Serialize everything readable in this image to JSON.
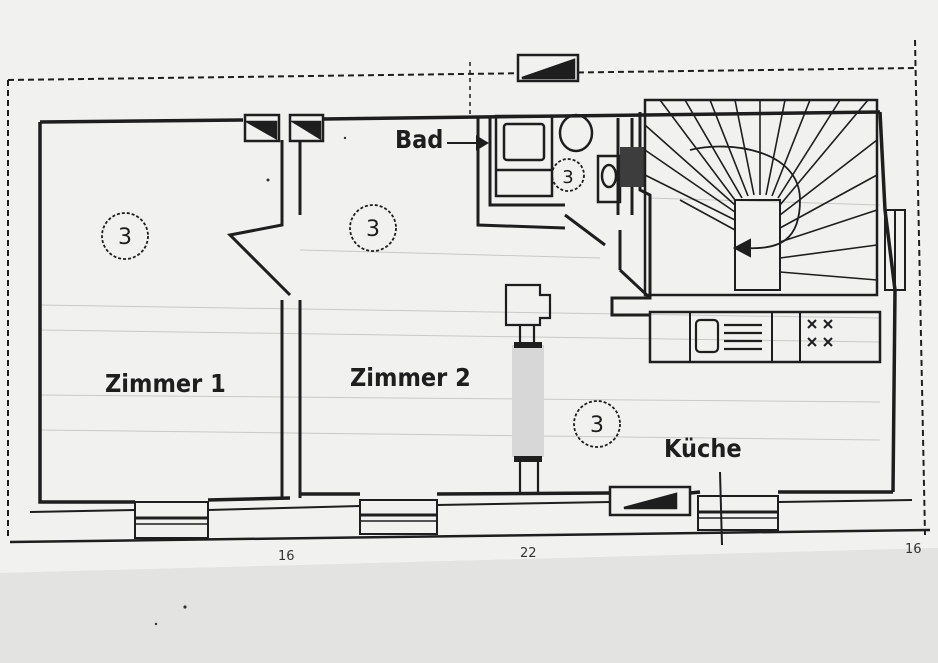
{
  "plan": {
    "rooms": {
      "zimmer1": "Zimmer 1",
      "zimmer2": "Zimmer 2",
      "kueche": "Küche",
      "bad": "Bad"
    },
    "room_marker": "3",
    "dimensions": [
      "16",
      "22",
      "16"
    ]
  },
  "colors": {
    "paper": "#f2f2f0",
    "background": "#e6e6e4",
    "ink": "#1e1e1e",
    "faint_line": "#b9b9b9"
  }
}
